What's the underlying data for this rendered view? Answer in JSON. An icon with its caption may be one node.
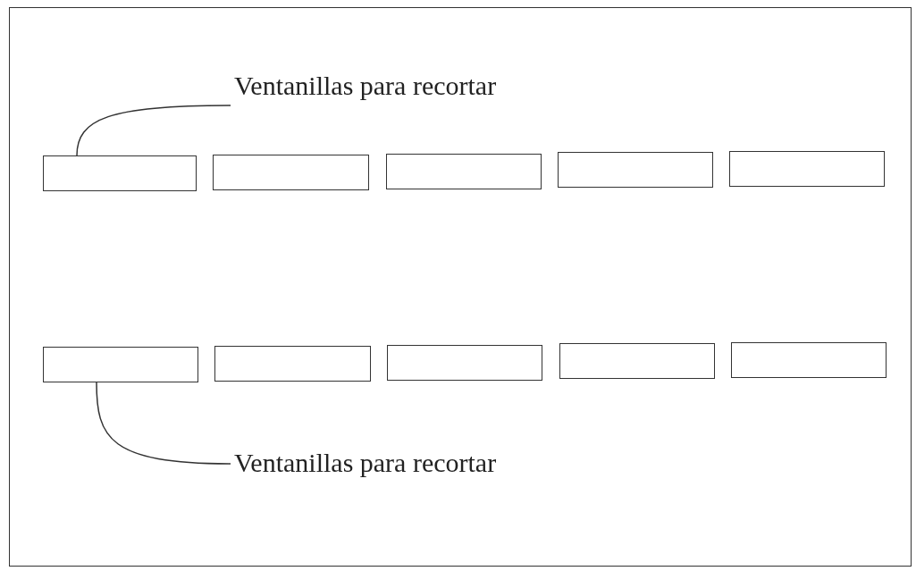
{
  "diagram": {
    "nodes": [
      {
        "text": [
          "Ventanillas para recortar"
        ]
      },
      {
        "text": [],
        "shape": "box"
      },
      {
        "text": [],
        "shape": "box"
      },
      {
        "text": [],
        "shape": "box"
      },
      {
        "text": [],
        "shape": "box"
      },
      {
        "text": [],
        "shape": "box"
      },
      {
        "text": [],
        "shape": "box"
      },
      {
        "text": [],
        "shape": "box"
      },
      {
        "text": [],
        "shape": "box"
      },
      {
        "text": [],
        "shape": "box"
      },
      {
        "text": [],
        "shape": "box"
      },
      {
        "text": [
          "Ventanillas para recortar"
        ]
      }
    ],
    "edges": [
      {
        "from": 0,
        "to": 1,
        "arrow": "none"
      },
      {
        "from": 11,
        "to": 6,
        "arrow": "none"
      }
    ]
  }
}
